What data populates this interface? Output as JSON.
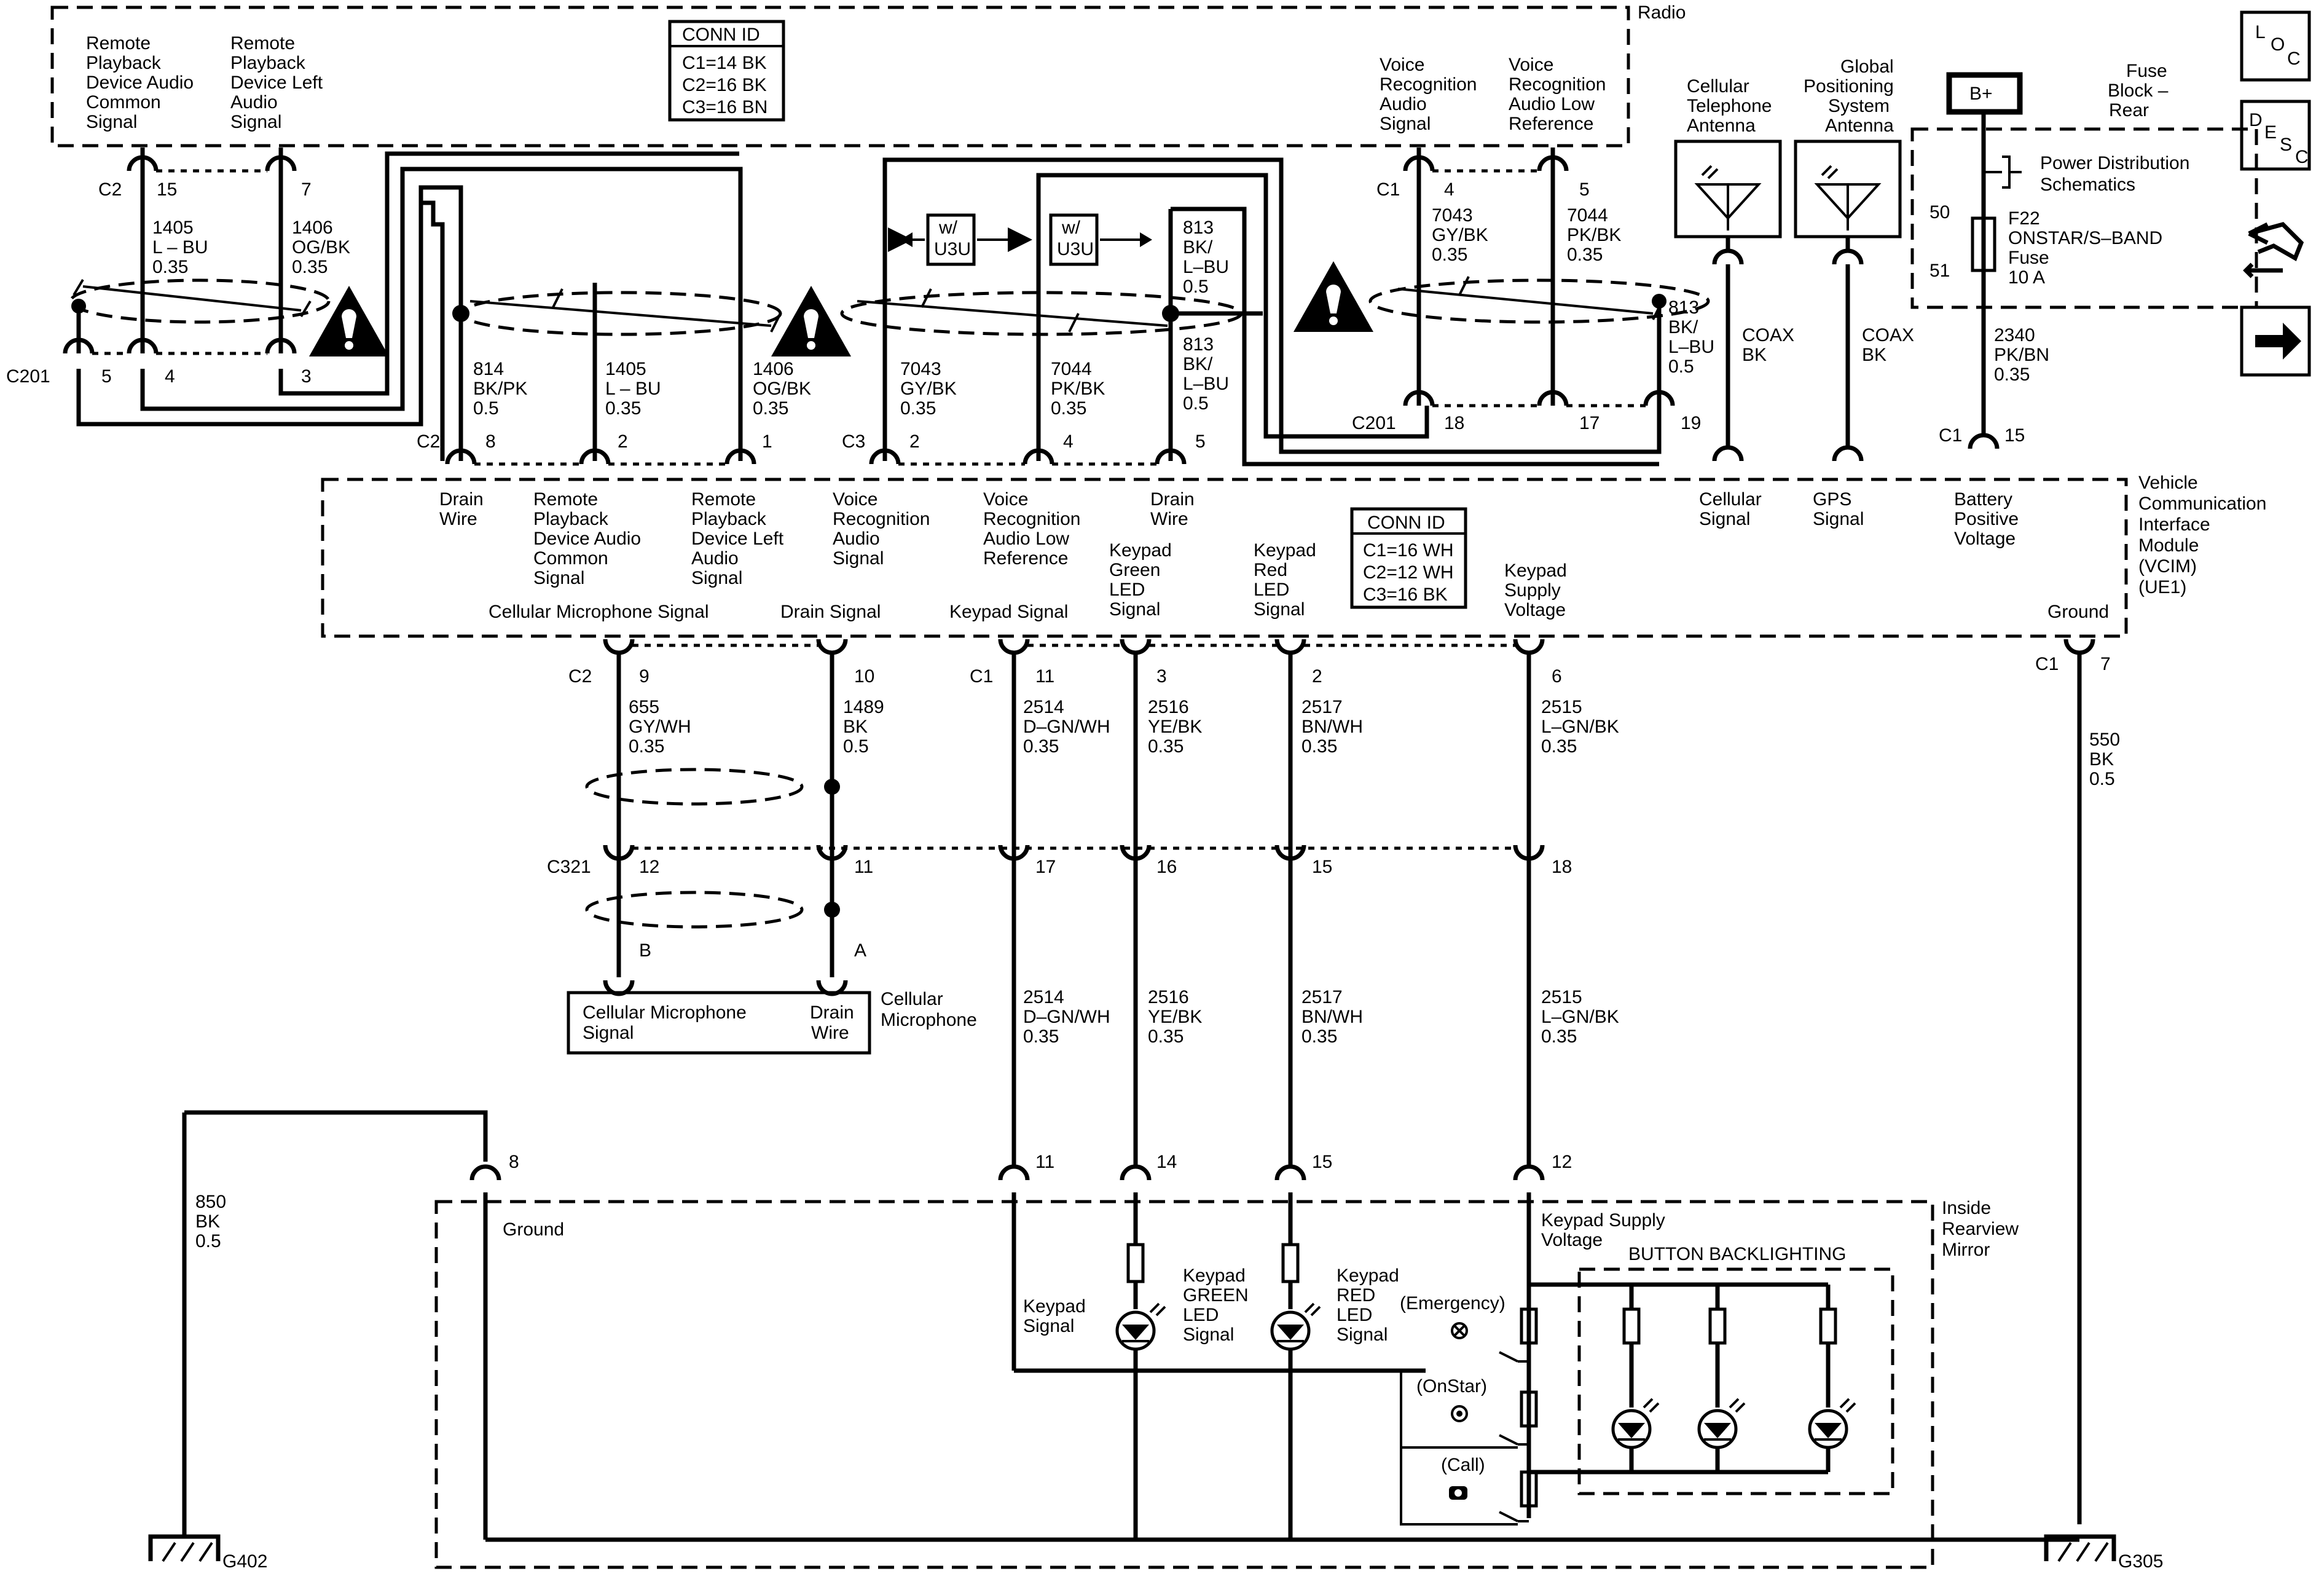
{
  "modules": {
    "radio": "Radio",
    "vcim": [
      "Vehicle",
      "Communication",
      "Interface",
      "Module",
      "(VCIM)",
      "(UE1)"
    ],
    "fuse_block": [
      "Fuse",
      "Block –",
      "Rear"
    ],
    "mirror": [
      "Inside",
      "Rearview",
      "Mirror"
    ],
    "cell_ant": [
      "Cellular",
      "Telephone",
      "Antenna"
    ],
    "gps_ant": [
      "Global",
      "Positioning",
      "System",
      "Antenna"
    ],
    "cell_mic": [
      "Cellular",
      "Microphone"
    ]
  },
  "conn_ids": {
    "radio": {
      "title": "CONN ID",
      "lines": [
        "C1=14 BK",
        "C2=16 BK",
        "C3=16 BN"
      ]
    },
    "vcim": {
      "title": "CONN ID",
      "lines": [
        "C1=16 WH",
        "C2=12 WH",
        "C3=16 BK"
      ]
    }
  },
  "radio_signals": {
    "rp_common": [
      "Remote",
      "Playback",
      "Device Audio",
      "Common",
      "Signal"
    ],
    "rp_left": [
      "Remote",
      "Playback",
      "Device Left",
      "Audio",
      "Signal"
    ],
    "vr_audio": [
      "Voice",
      "Recognition",
      "Audio",
      "Signal"
    ],
    "vr_low": [
      "Voice",
      "Recognition",
      "Audio Low",
      "Reference"
    ]
  },
  "vcim_signals": {
    "drain1": [
      "Drain",
      "Wire"
    ],
    "rp_common": [
      "Remote",
      "Playback",
      "Device Audio",
      "Common",
      "Signal"
    ],
    "rp_left": [
      "Remote",
      "Playback",
      "Device Left",
      "Audio",
      "Signal"
    ],
    "vr_audio": [
      "Voice",
      "Recognition",
      "Audio",
      "Signal"
    ],
    "vr_low": [
      "Voice",
      "Recognition",
      "Audio Low",
      "Reference"
    ],
    "drain2": [
      "Drain",
      "Wire"
    ],
    "cell_signal": [
      "Cellular",
      "Signal"
    ],
    "gps_signal": [
      "GPS",
      "Signal"
    ],
    "batt": [
      "Battery",
      "Positive",
      "Voltage"
    ],
    "mic_signal": "Cellular Microphone Signal",
    "drain_signal": "Drain Signal",
    "keypad_signal": "Keypad Signal",
    "green_led": [
      "Keypad",
      "Green",
      "LED",
      "Signal"
    ],
    "red_led": [
      "Keypad",
      "Red",
      "LED",
      "Signal"
    ],
    "supply": [
      "Keypad",
      "Supply",
      "Voltage"
    ],
    "ground": "Ground"
  },
  "connectors": {
    "c1": "C1",
    "c2": "C2",
    "c3": "C3",
    "c201": "C201",
    "c321": "C321"
  },
  "pins": {
    "r_c2_15": "15",
    "r_c2_7": "7",
    "r_c1_4": "4",
    "r_c1_5": "5",
    "c201_5": "5",
    "c201_4": "4",
    "c201_3": "3",
    "c201_18": "18",
    "c201_17": "17",
    "c201_19": "19",
    "v_c2_8": "8",
    "v_c2_2": "2",
    "v_c2_1": "1",
    "v_c3_2": "2",
    "v_c3_4": "4",
    "v_c3_5": "5",
    "v_c1_15": "15",
    "v_c2_9": "9",
    "v_c2_10": "10",
    "v_c1_11": "11",
    "v_c1_3": "3",
    "v_c1_2": "2",
    "v_c1_6": "6",
    "v_c1_7": "7",
    "c321_12": "12",
    "c321_11": "11",
    "c321_17": "17",
    "c321_16": "16",
    "c321_15": "15",
    "c321_18": "18",
    "mic_b": "B",
    "mic_a": "A",
    "m_8": "8",
    "m_11": "11",
    "m_14": "14",
    "m_15": "15",
    "m_12": "12",
    "fuse_50": "50",
    "fuse_51": "51"
  },
  "wires": {
    "w1405a": [
      "1405",
      "L – BU",
      "0.35"
    ],
    "w1406a": [
      "1406",
      "OG/BK",
      "0.35"
    ],
    "w814": [
      "814",
      "BK/PK",
      "0.5"
    ],
    "w1405b": [
      "1405",
      "L – BU",
      "0.35"
    ],
    "w1406b": [
      "1406",
      "OG/BK",
      "0.35"
    ],
    "w7043a": [
      "7043",
      "GY/BK",
      "0.35"
    ],
    "w7044a": [
      "7044",
      "PK/BK",
      "0.35"
    ],
    "w813a": [
      "813",
      "BK/",
      "L–BU",
      "0.5"
    ],
    "w813b": [
      "813",
      "BK/",
      "L–BU",
      "0.5"
    ],
    "w813c": [
      "813",
      "BK/",
      "L–BU",
      "0.5"
    ],
    "w7043b": [
      "7043",
      "GY/BK",
      "0.35"
    ],
    "w7044b": [
      "7044",
      "PK/BK",
      "0.35"
    ],
    "coax1": [
      "COAX",
      "BK"
    ],
    "coax2": [
      "COAX",
      "BK"
    ],
    "w2340": [
      "2340",
      "PK/BN",
      "0.35"
    ],
    "w655": [
      "655",
      "GY/WH",
      "0.35"
    ],
    "w1489": [
      "1489",
      "BK",
      "0.5"
    ],
    "w2514a": [
      "2514",
      "D–GN/WH",
      "0.35"
    ],
    "w2516a": [
      "2516",
      "YE/BK",
      "0.35"
    ],
    "w2517a": [
      "2517",
      "BN/WH",
      "0.35"
    ],
    "w2515a": [
      "2515",
      "L–GN/BK",
      "0.35"
    ],
    "w2514b": [
      "2514",
      "D–GN/WH",
      "0.35"
    ],
    "w2516b": [
      "2516",
      "YE/BK",
      "0.35"
    ],
    "w2517b": [
      "2517",
      "BN/WH",
      "0.35"
    ],
    "w2515b": [
      "2515",
      "L–GN/BK",
      "0.35"
    ],
    "w550": [
      "550",
      "BK",
      "0.5"
    ],
    "w850": [
      "850",
      "BK",
      "0.5"
    ]
  },
  "option_tags": [
    "w/",
    "U3U"
  ],
  "fuse": {
    "name": [
      "F22",
      "ONSTAR/S–BAND",
      "Fuse",
      "10 A"
    ],
    "power": "B+",
    "pds": [
      "Power Distribution",
      "Schematics"
    ]
  },
  "mirror_parts": {
    "ground": "Ground",
    "supply": [
      "Keypad Supply",
      "Voltage"
    ],
    "keypad_signal": [
      "Keypad",
      "Signal"
    ],
    "green": [
      "Keypad",
      "GREEN",
      "LED",
      "Signal"
    ],
    "red": [
      "Keypad",
      "RED",
      "LED",
      "Signal"
    ],
    "backlight": "BUTTON BACKLIGHTING",
    "buttons": [
      "(Emergency)",
      "(OnStar)",
      "(Call)"
    ]
  },
  "mic_box": {
    "signal": [
      "Cellular Microphone",
      "Signal"
    ],
    "drain": [
      "Drain",
      "Wire"
    ]
  },
  "grounds": {
    "g402": "G402",
    "g305": "G305"
  },
  "nav": {
    "loc": [
      "L",
      "O",
      "C"
    ],
    "desc": [
      "D",
      "E",
      "S",
      "C"
    ]
  }
}
